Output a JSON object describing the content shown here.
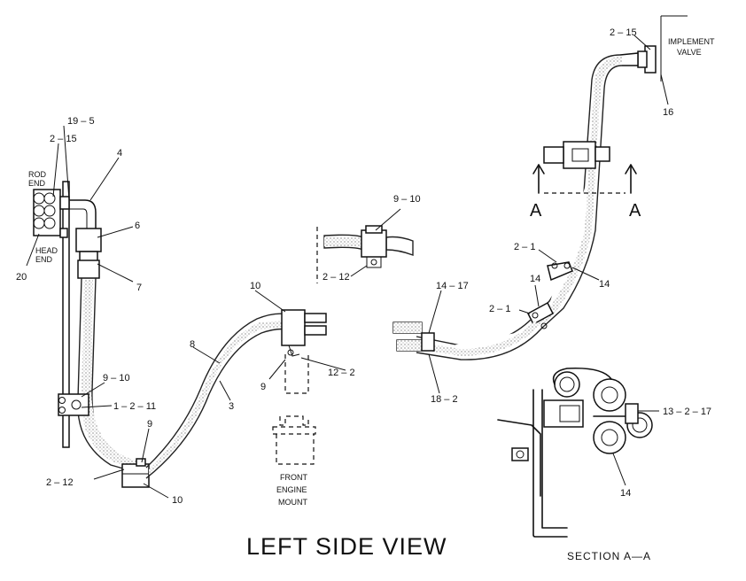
{
  "title": "LEFT SIDE VIEW",
  "section_title": "SECTION A—A",
  "section_marks": [
    "A",
    "A"
  ],
  "notes": {
    "rod_end": [
      "ROD",
      "END"
    ],
    "head_end": [
      "HEAD",
      "END"
    ],
    "implement_valve": [
      "IMPLEMENT",
      "VALVE"
    ],
    "front_engine_mount": [
      "FRONT",
      "ENGINE",
      "MOUNT"
    ]
  },
  "callouts": {
    "c19_5": "19 – 5",
    "c2_15_left": "2 – 15",
    "c4": "4",
    "c6": "6",
    "c7": "7",
    "c20": "20",
    "c9_10_left": "9 – 10",
    "c1_2_11": "1 – 2 – 11",
    "c9_low": "9",
    "c2_12_low": "2 – 12",
    "c10_low": "10",
    "c8": "8",
    "c3": "3",
    "c10_mid": "10",
    "c9_mid": "9",
    "c12_2": "12 – 2",
    "c9_10_inset": "9 – 10",
    "c2_12_inset": "2 – 12",
    "c2_15_right": "2 – 15",
    "c16": "16",
    "c2_1_upper": "2 – 1",
    "c14_right": "14",
    "c14_mid": "14",
    "c2_1_lower": "2 – 1",
    "c14_17": "14 – 17",
    "c18_2": "18 – 2",
    "c13_2_17": "13 – 2 – 17",
    "c14_section": "14"
  }
}
